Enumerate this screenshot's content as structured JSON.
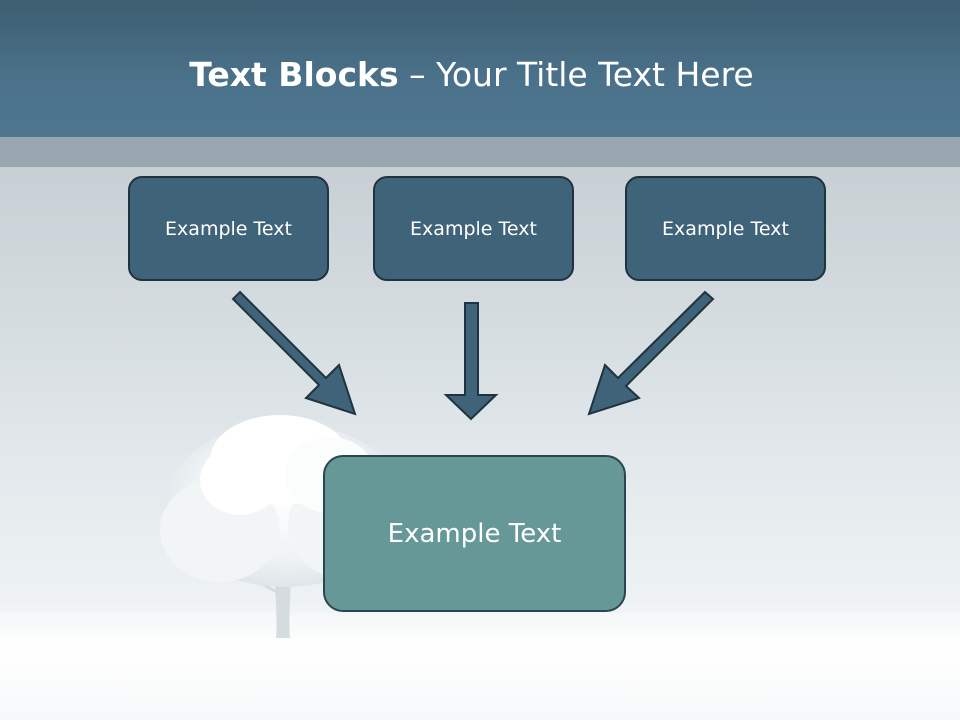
{
  "slide": {
    "title_bold": "Text Blocks",
    "title_separator": " – ",
    "title_rest": "Your Title Text Here"
  },
  "blocks": [
    {
      "label": "Example Text"
    },
    {
      "label": "Example Text"
    },
    {
      "label": "Example Text"
    }
  ],
  "center_block": {
    "label": "Example Text"
  },
  "colors": {
    "header": "#4a7189",
    "box_fill": "#3f6378",
    "box_border": "#1f3340",
    "center_fill": "#679898",
    "arrow_fill": "#3f6378"
  },
  "icons": {
    "arrow": "arrow-icon",
    "tree": "tree-icon"
  }
}
